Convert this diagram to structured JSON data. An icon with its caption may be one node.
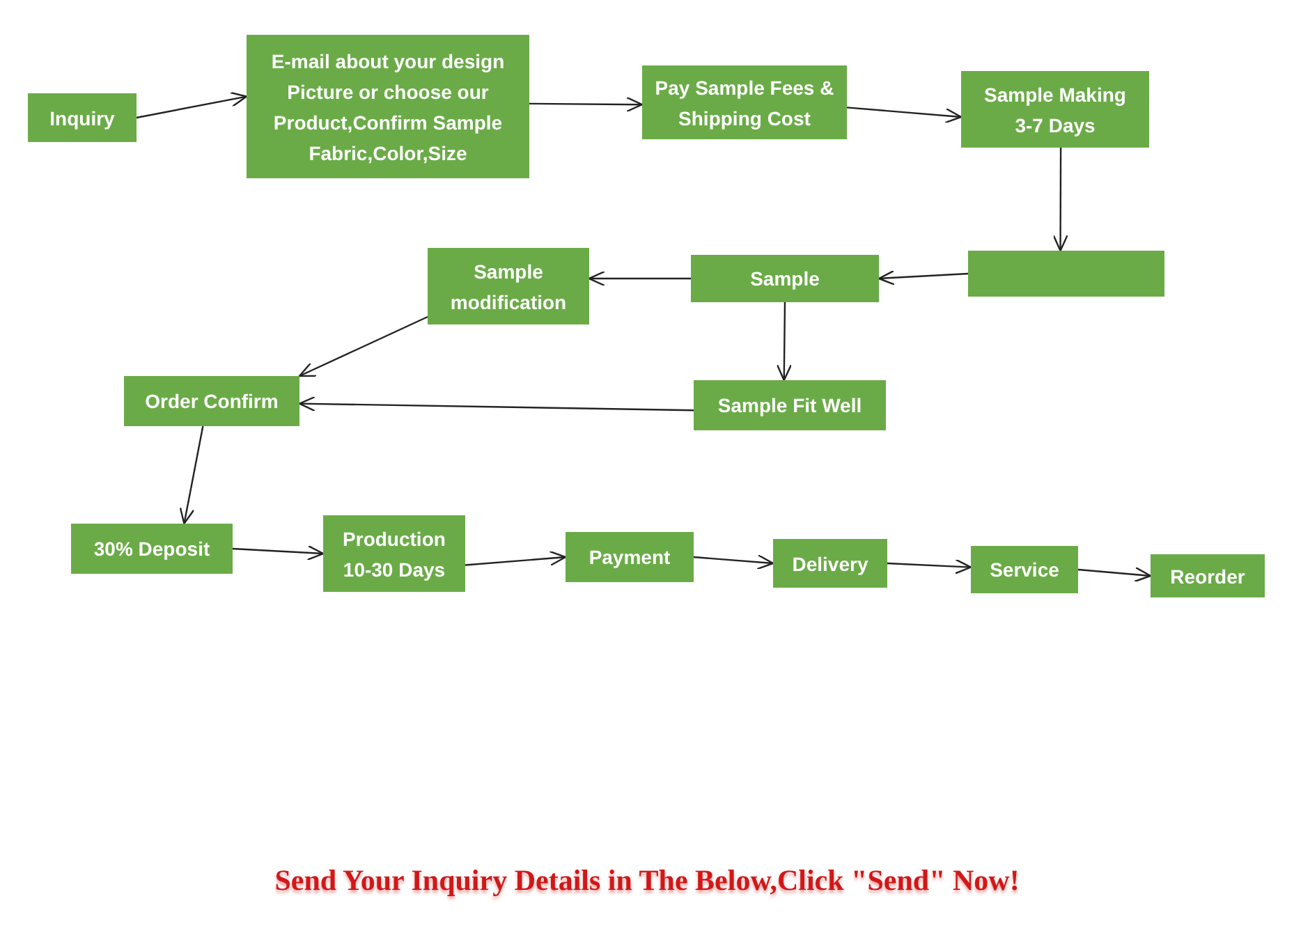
{
  "diagram": {
    "nodes": [
      {
        "text": [
          "Inquiry"
        ]
      },
      {
        "text": [
          "E-mail about your design Picture or choose our Product,Confirm Sample Fabric,Color,Size"
        ]
      },
      {
        "text": [
          "Pay Sample Fees & Shipping Cost"
        ]
      },
      {
        "text": [
          "Sample Making 3-7 Days"
        ]
      },
      {
        "text": [],
        "shape": "box"
      },
      {
        "text": [
          "Sample"
        ]
      },
      {
        "text": [
          "Sample modification"
        ]
      },
      {
        "text": [
          "Sample Fit Well"
        ]
      },
      {
        "text": [
          "Order Confirm"
        ]
      },
      {
        "text": [
          "30% Deposit"
        ]
      },
      {
        "text": [
          "Production 10-30 Days"
        ]
      },
      {
        "text": [
          "Payment"
        ]
      },
      {
        "text": [
          "Delivery"
        ]
      },
      {
        "text": [
          "Service"
        ]
      },
      {
        "text": [
          "Reorder"
        ]
      }
    ],
    "edges": [
      {
        "from": 0,
        "to": 1,
        "arrow": "to"
      },
      {
        "from": 1,
        "to": 2,
        "arrow": "to"
      },
      {
        "from": 2,
        "to": 3,
        "arrow": "to"
      },
      {
        "from": 3,
        "to": 4,
        "arrow": "to"
      },
      {
        "from": 4,
        "to": 5,
        "arrow": "to"
      },
      {
        "from": 5,
        "to": 6,
        "arrow": "to"
      },
      {
        "from": 5,
        "to": 7,
        "arrow": "to"
      },
      {
        "from": 6,
        "to": 8,
        "arrow": "to"
      },
      {
        "from": 7,
        "to": 8,
        "arrow": "to"
      },
      {
        "from": 8,
        "to": 9,
        "arrow": "to"
      },
      {
        "from": 9,
        "to": 10,
        "arrow": "to"
      },
      {
        "from": 10,
        "to": 11,
        "arrow": "to"
      },
      {
        "from": 11,
        "to": 12,
        "arrow": "to"
      },
      {
        "from": 12,
        "to": 13,
        "arrow": "to"
      },
      {
        "from": 13,
        "to": 14,
        "arrow": "to"
      }
    ],
    "labels": [
      "Send Your Inquiry Details in The Below,Click \"Send\" Now!"
    ]
  }
}
